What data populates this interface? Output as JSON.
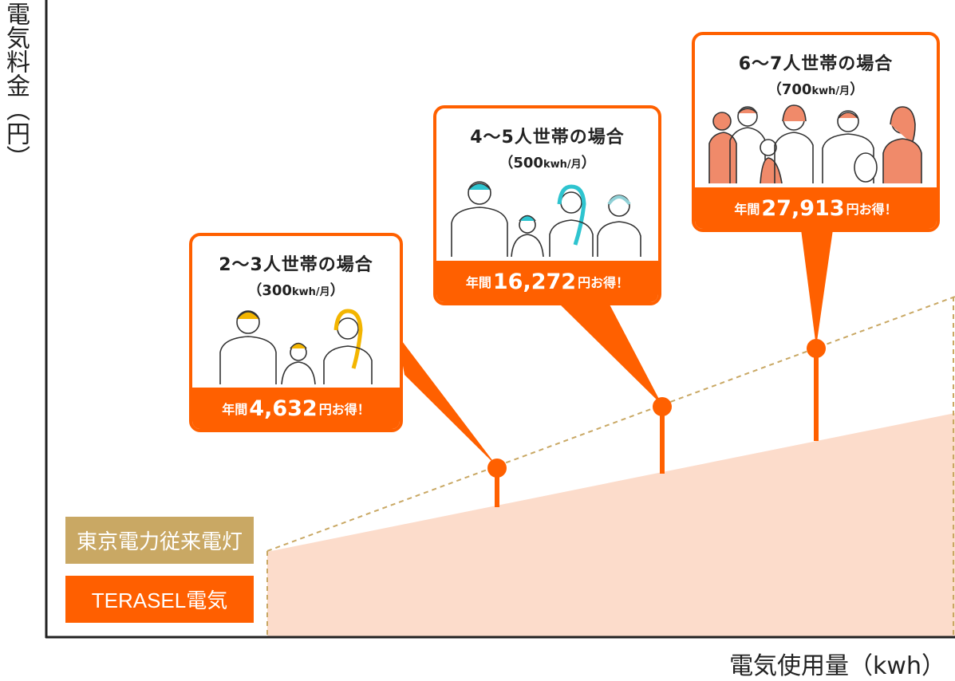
{
  "axes": {
    "y_label": "電気料金（円）",
    "x_label": "電気使用量（kwh）"
  },
  "legend": [
    {
      "label": "東京電力従来電灯",
      "color": "#c9a864"
    },
    {
      "label": "TERASEL電気",
      "color": "#ff5f00"
    }
  ],
  "callouts": [
    {
      "title": "2～3人世帯の場合",
      "usage_open": "（",
      "usage_value": "300",
      "usage_unit": "kwh/月",
      "usage_close": "）",
      "prefix": "年間",
      "amount": "4,632",
      "suffix": "円お得！"
    },
    {
      "title": "4～5人世帯の場合",
      "usage_open": "（",
      "usage_value": "500",
      "usage_unit": "kwh/月",
      "usage_close": "）",
      "prefix": "年間",
      "amount": "16,272",
      "suffix": "円お得！"
    },
    {
      "title": "6～7人世帯の場合",
      "usage_open": "（",
      "usage_value": "700",
      "usage_unit": "kwh/月",
      "usage_close": "）",
      "prefix": "年間",
      "amount": "27,913",
      "suffix": "円お得！"
    }
  ],
  "colors": {
    "accent": "#ff6000",
    "gold": "#c9a864",
    "fill": "#fcdccb"
  }
}
